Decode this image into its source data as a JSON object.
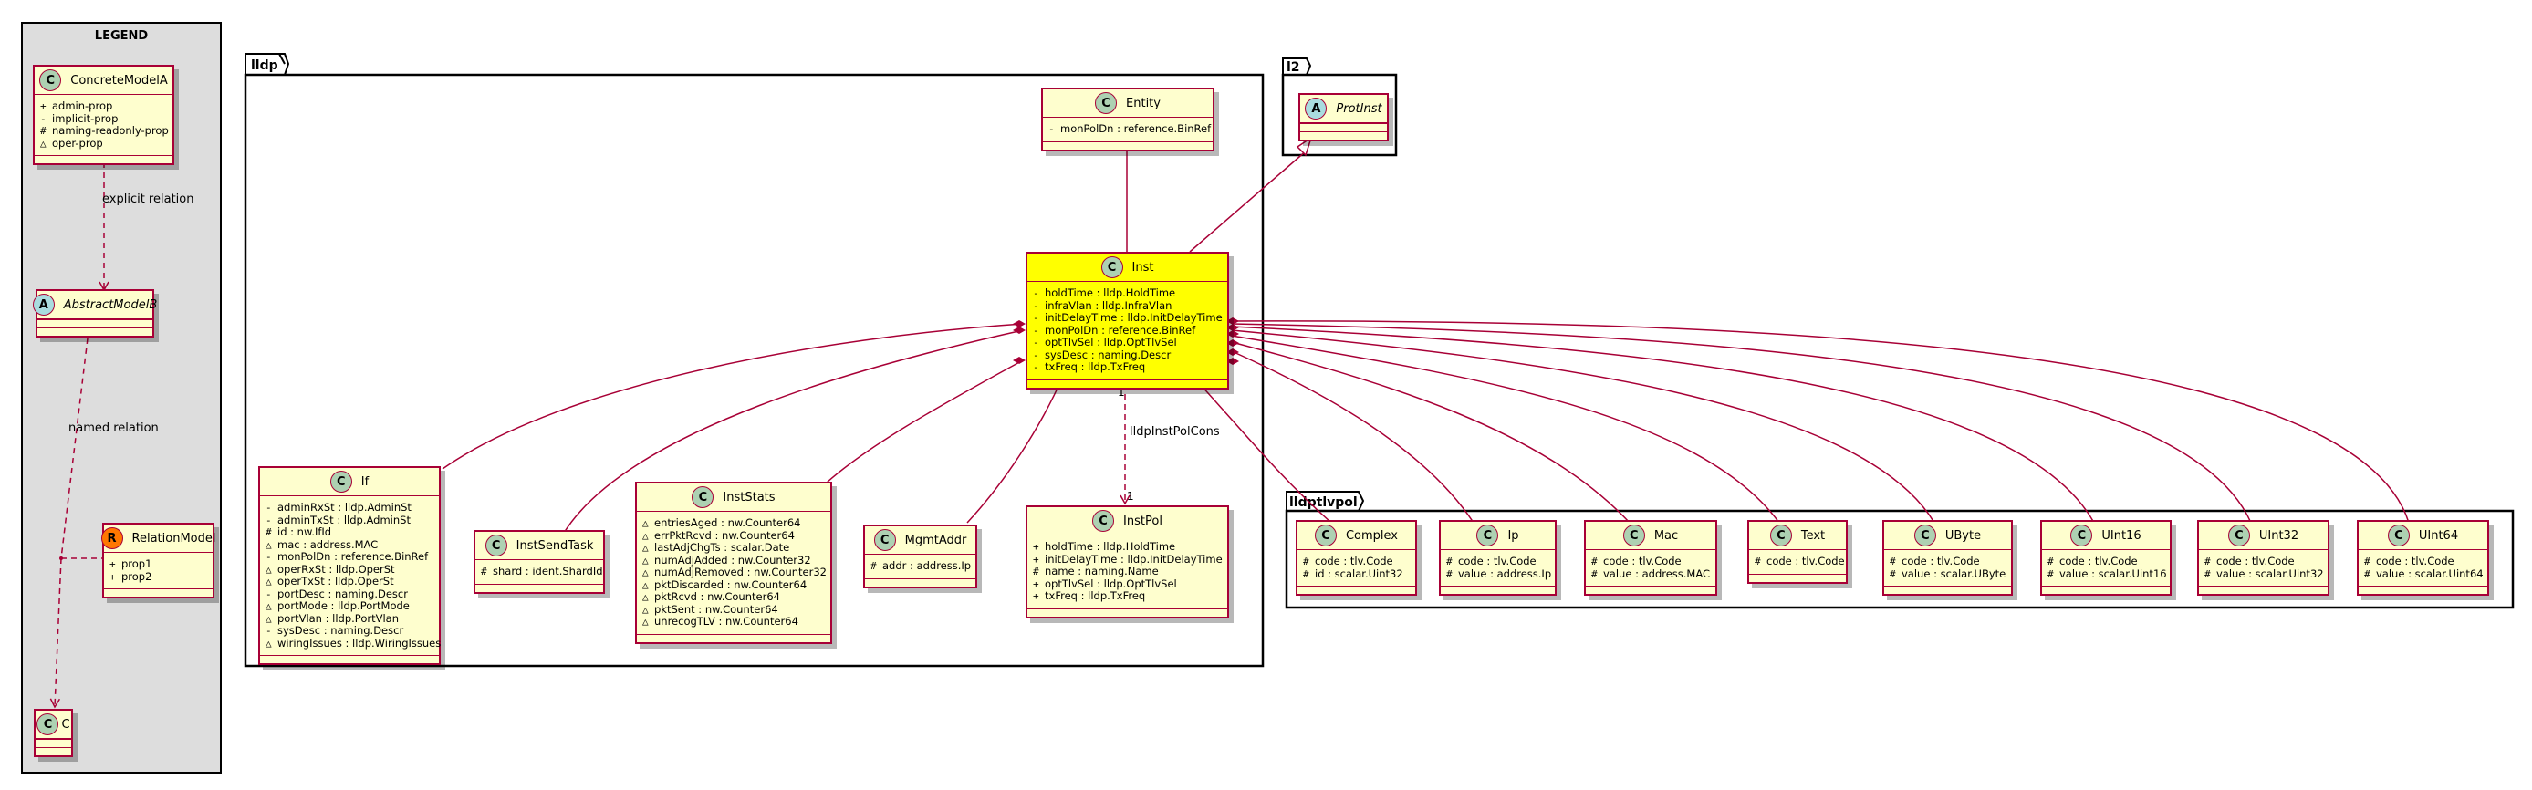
{
  "legend": {
    "title": "LEGEND",
    "edge_explicit": "explicit relation",
    "edge_named": "named relation",
    "concrete_model": {
      "name": "ConcreteModelA",
      "kind": "C",
      "attrs": [
        {
          "vis": "+",
          "text": "admin-prop"
        },
        {
          "vis": "-",
          "text": "implicit-prop"
        },
        {
          "vis": "#",
          "text": "naming-readonly-prop"
        },
        {
          "vis": "△",
          "text": "oper-prop"
        }
      ]
    },
    "abstract_model": {
      "name": "AbstractModelB",
      "kind": "A"
    },
    "relation_model": {
      "name": "RelationModel",
      "kind": "R",
      "attrs": [
        {
          "vis": "+",
          "text": "prop1"
        },
        {
          "vis": "+",
          "text": "prop2"
        }
      ]
    },
    "c_model": {
      "name": "C",
      "kind": "C"
    }
  },
  "packages": {
    "lldp": "lldp",
    "l2": "l2",
    "lldptlvpol": "lldptlvpol"
  },
  "edge_labels": {
    "cons": "lldpInstPolCons",
    "mult_src": "1",
    "mult_dst": "1"
  },
  "classes": {
    "entity": {
      "name": "Entity",
      "kind": "C",
      "attrs": [
        {
          "vis": "-",
          "text": "monPolDn : reference.BinRef"
        }
      ]
    },
    "protinst": {
      "name": "ProtInst",
      "kind": "A"
    },
    "inst": {
      "name": "Inst",
      "kind": "C",
      "attrs": [
        {
          "vis": "-",
          "text": "holdTime : lldp.HoldTime"
        },
        {
          "vis": "-",
          "text": "infraVlan : lldp.InfraVlan"
        },
        {
          "vis": "-",
          "text": "initDelayTime : lldp.InitDelayTime"
        },
        {
          "vis": "-",
          "text": "monPolDn : reference.BinRef"
        },
        {
          "vis": "-",
          "text": "optTlvSel : lldp.OptTlvSel"
        },
        {
          "vis": "-",
          "text": "sysDesc : naming.Descr"
        },
        {
          "vis": "-",
          "text": "txFreq : lldp.TxFreq"
        }
      ]
    },
    "if": {
      "name": "If",
      "kind": "C",
      "attrs": [
        {
          "vis": "-",
          "text": "adminRxSt : lldp.AdminSt"
        },
        {
          "vis": "-",
          "text": "adminTxSt : lldp.AdminSt"
        },
        {
          "vis": "#",
          "text": "id : nw.IfId"
        },
        {
          "vis": "△",
          "text": "mac : address.MAC"
        },
        {
          "vis": "-",
          "text": "monPolDn : reference.BinRef"
        },
        {
          "vis": "△",
          "text": "operRxSt : lldp.OperSt"
        },
        {
          "vis": "△",
          "text": "operTxSt : lldp.OperSt"
        },
        {
          "vis": "-",
          "text": "portDesc : naming.Descr"
        },
        {
          "vis": "△",
          "text": "portMode : lldp.PortMode"
        },
        {
          "vis": "△",
          "text": "portVlan : lldp.PortVlan"
        },
        {
          "vis": "-",
          "text": "sysDesc : naming.Descr"
        },
        {
          "vis": "△",
          "text": "wiringIssues : lldp.WiringIssues"
        }
      ]
    },
    "instsendtask": {
      "name": "InstSendTask",
      "kind": "C",
      "attrs": [
        {
          "vis": "#",
          "text": "shard : ident.ShardId"
        }
      ]
    },
    "inststats": {
      "name": "InstStats",
      "kind": "C",
      "attrs": [
        {
          "vis": "△",
          "text": "entriesAged : nw.Counter64"
        },
        {
          "vis": "△",
          "text": "errPktRcvd : nw.Counter64"
        },
        {
          "vis": "△",
          "text": "lastAdjChgTs : scalar.Date"
        },
        {
          "vis": "△",
          "text": "numAdjAdded : nw.Counter32"
        },
        {
          "vis": "△",
          "text": "numAdjRemoved : nw.Counter32"
        },
        {
          "vis": "△",
          "text": "pktDiscarded : nw.Counter64"
        },
        {
          "vis": "△",
          "text": "pktRcvd : nw.Counter64"
        },
        {
          "vis": "△",
          "text": "pktSent : nw.Counter64"
        },
        {
          "vis": "△",
          "text": "unrecogTLV : nw.Counter64"
        }
      ]
    },
    "mgmtaddr": {
      "name": "MgmtAddr",
      "kind": "C",
      "attrs": [
        {
          "vis": "#",
          "text": "addr : address.Ip"
        }
      ]
    },
    "instpol": {
      "name": "InstPol",
      "kind": "C",
      "attrs": [
        {
          "vis": "+",
          "text": "holdTime : lldp.HoldTime"
        },
        {
          "vis": "+",
          "text": "initDelayTime : lldp.InitDelayTime"
        },
        {
          "vis": "#",
          "text": "name : naming.Name"
        },
        {
          "vis": "+",
          "text": "optTlvSel : lldp.OptTlvSel"
        },
        {
          "vis": "+",
          "text": "txFreq : lldp.TxFreq"
        }
      ]
    },
    "complex": {
      "name": "Complex",
      "kind": "C",
      "attrs": [
        {
          "vis": "#",
          "text": "code : tlv.Code"
        },
        {
          "vis": "#",
          "text": "id : scalar.Uint32"
        }
      ]
    },
    "ip": {
      "name": "Ip",
      "kind": "C",
      "attrs": [
        {
          "vis": "#",
          "text": "code : tlv.Code"
        },
        {
          "vis": "#",
          "text": "value : address.Ip"
        }
      ]
    },
    "mac": {
      "name": "Mac",
      "kind": "C",
      "attrs": [
        {
          "vis": "#",
          "text": "code : tlv.Code"
        },
        {
          "vis": "#",
          "text": "value : address.MAC"
        }
      ]
    },
    "text": {
      "name": "Text",
      "kind": "C",
      "attrs": [
        {
          "vis": "#",
          "text": "code : tlv.Code"
        }
      ]
    },
    "ubyte": {
      "name": "UByte",
      "kind": "C",
      "attrs": [
        {
          "vis": "#",
          "text": "code : tlv.Code"
        },
        {
          "vis": "#",
          "text": "value : scalar.UByte"
        }
      ]
    },
    "uint16": {
      "name": "UInt16",
      "kind": "C",
      "attrs": [
        {
          "vis": "#",
          "text": "code : tlv.Code"
        },
        {
          "vis": "#",
          "text": "value : scalar.Uint16"
        }
      ]
    },
    "uint32": {
      "name": "UInt32",
      "kind": "C",
      "attrs": [
        {
          "vis": "#",
          "text": "code : tlv.Code"
        },
        {
          "vis": "#",
          "text": "value : scalar.Uint32"
        }
      ]
    },
    "uint64": {
      "name": "UInt64",
      "kind": "C",
      "attrs": [
        {
          "vis": "#",
          "text": "code : tlv.Code"
        },
        {
          "vis": "#",
          "text": "value : scalar.Uint64"
        }
      ]
    }
  },
  "colors": {
    "border": "#A80036",
    "class_fill": "#FEFECE",
    "highlight_fill": "#FFFF00",
    "legend_fill": "#DDDDDD",
    "class_circle": "#ADD1B2",
    "abstract_circle": "#A9DCDF",
    "relation_circle": "#FF7700"
  }
}
